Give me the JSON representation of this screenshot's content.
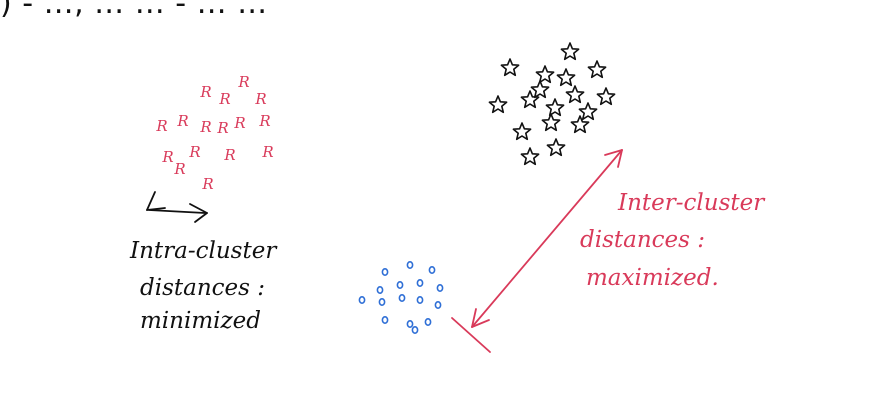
{
  "header": {
    "partial_text": ") - …, … … - … …"
  },
  "colors": {
    "intra": "#d93a5a",
    "stars": "#111111",
    "dots": "#2f6fd6",
    "inter": "#d93a5a",
    "annotation_dark": "#111111"
  },
  "intra_cluster": {
    "symbol": "R",
    "point_count": 16,
    "label_lines": [
      "Intra-cluster",
      "distances :",
      "minimized"
    ]
  },
  "inter_cluster": {
    "label_lines": [
      "Inter-cluster",
      "distances :",
      "maximized."
    ]
  },
  "star_cluster": {
    "symbol": "star-icon",
    "point_count": 17
  },
  "dot_cluster": {
    "symbol": "circle-icon",
    "point_count": 16
  }
}
